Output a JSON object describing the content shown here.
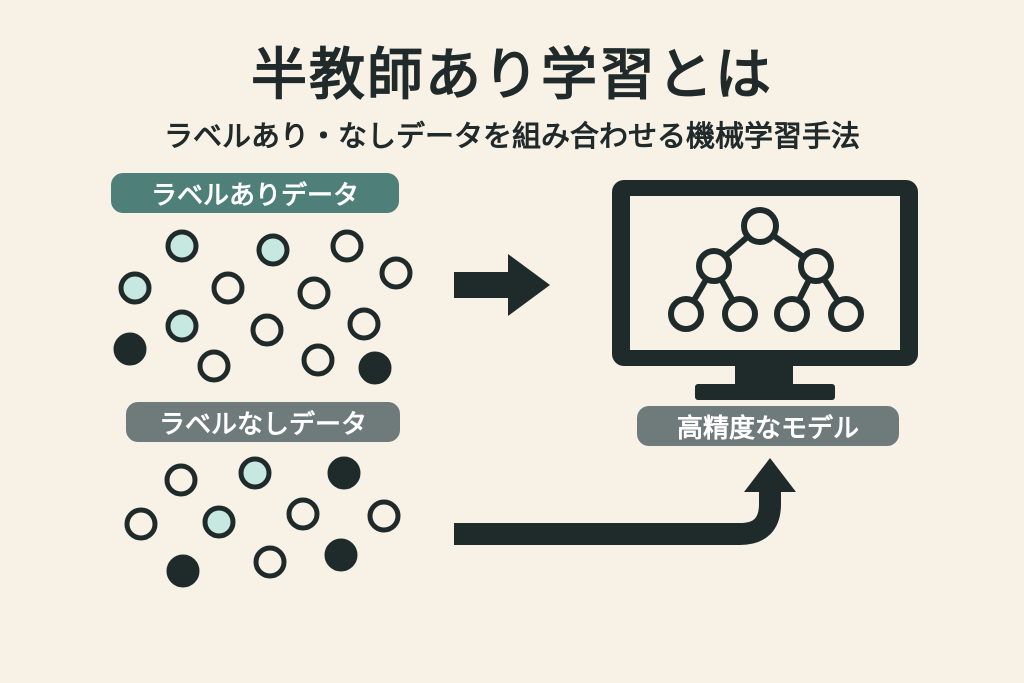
{
  "title": "半教師あり学習とは",
  "subtitle": "ラベルあり・なしデータを組み合わせる機械学習手法",
  "labeled_group": {
    "label": "ラベルありデータ",
    "points": [
      "teal",
      "teal",
      "outline",
      "teal",
      "outline",
      "outline",
      "outline",
      "teal",
      "outline",
      "outline",
      "dark",
      "outline",
      "outline",
      "dark",
      "outline",
      "dark"
    ]
  },
  "unlabeled_group": {
    "label": "ラベルなしデータ",
    "points": [
      "outline",
      "teal",
      "dark",
      "outline",
      "teal",
      "outline",
      "outline",
      "dark",
      "outline",
      "dark"
    ]
  },
  "model": {
    "label": "高精度なモデル",
    "icon": "monitor-tree-icon"
  },
  "arrows": [
    "arrow-right-icon",
    "arrow-bent-up-icon"
  ],
  "colors": {
    "background": "#f8f1e6",
    "dark": "#1f2b2b",
    "teal_fill": "#c6e8e0",
    "labeled_pill": "#4e7f79",
    "gray_pill": "#6f7a7a"
  }
}
